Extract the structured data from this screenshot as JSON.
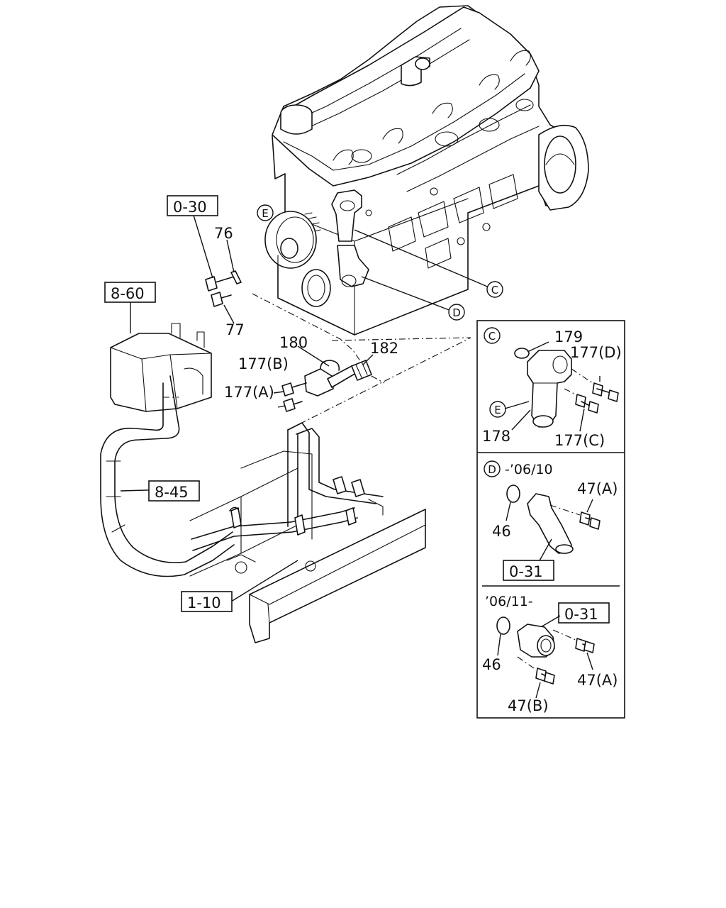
{
  "labels": {
    "ref_0_30": "0-30",
    "ref_8_60": "8-60",
    "ref_8_45": "8-45",
    "ref_1_10": "1-10",
    "ref_0_31_a": "0-31",
    "ref_0_31_b": "0-31",
    "p76": "76",
    "p77": "77",
    "p180": "180",
    "p182": "182",
    "p177b_main": "177(B)",
    "p177a_main": "177(A)",
    "p179": "179",
    "p177d": "177(D)",
    "p178": "178",
    "p177c": "177(C)",
    "p47a_d": "47(A)",
    "p46_d": "46",
    "p46_b": "46",
    "p47a_b": "47(A)",
    "p47b_b": "47(B)",
    "range_d": "-’06/10",
    "range_b": "’06/11-"
  },
  "callouts": {
    "c": "C",
    "d": "D",
    "e": "E"
  }
}
